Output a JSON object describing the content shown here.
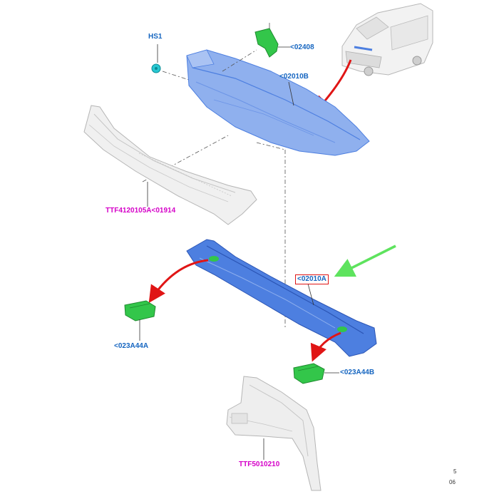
{
  "diagram": {
    "callouts": {
      "hs1": "HS1",
      "p02408": "<02408",
      "p02010B": "<02010B",
      "ttf4120105A": "TTF4120105A<01914",
      "p02010A": "<02010A",
      "p023A44A": "<023A44A",
      "p023A44B": "<023A44B",
      "ttf5010210": "TTF5010210"
    },
    "footer": {
      "line1": "5",
      "line2": "06"
    },
    "colors": {
      "part_blue": "#4d7fe0",
      "part_blue_light": "#8fb0ee",
      "bracket_green": "#33c64a",
      "clip_cyan": "#28c8d2",
      "arrow_red": "#e01515",
      "arrow_green": "#5ee35e",
      "label_blue": "#1565c0",
      "label_magenta": "#d500c8",
      "ghost_gray": "#d9d9d9"
    },
    "icons": [
      "van-illustration",
      "clip-icon",
      "bracket-icon",
      "red-arrow",
      "green-arrow"
    ]
  }
}
